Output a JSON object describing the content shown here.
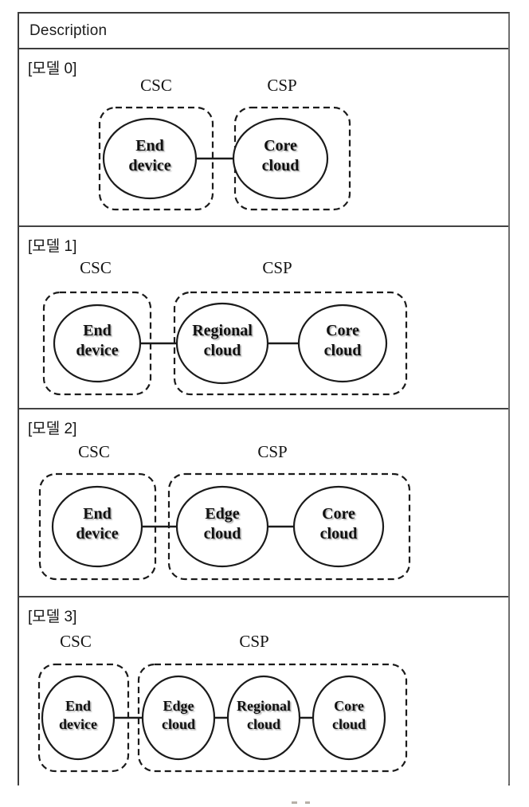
{
  "table": {
    "header": "Description",
    "models": [
      {
        "label": "[모델 0]",
        "groups": [
          {
            "name": "CSC",
            "nodes": [
              {
                "lines": [
                  "End",
                  "device"
                ]
              }
            ]
          },
          {
            "name": "CSP",
            "nodes": [
              {
                "lines": [
                  "Core",
                  "cloud"
                ]
              }
            ]
          }
        ]
      },
      {
        "label": "[모델 1]",
        "groups": [
          {
            "name": "CSC",
            "nodes": [
              {
                "lines": [
                  "End",
                  "device"
                ]
              }
            ]
          },
          {
            "name": "CSP",
            "nodes": [
              {
                "lines": [
                  "Regional",
                  "cloud"
                ]
              },
              {
                "lines": [
                  "Core",
                  "cloud"
                ]
              }
            ]
          }
        ]
      },
      {
        "label": "[모델 2]",
        "groups": [
          {
            "name": "CSC",
            "nodes": [
              {
                "lines": [
                  "End",
                  "device"
                ]
              }
            ]
          },
          {
            "name": "CSP",
            "nodes": [
              {
                "lines": [
                  "Edge",
                  "cloud"
                ]
              },
              {
                "lines": [
                  "Core",
                  "cloud"
                ]
              }
            ]
          }
        ]
      },
      {
        "label": "[모델 3]",
        "groups": [
          {
            "name": "CSC",
            "nodes": [
              {
                "lines": [
                  "End",
                  "device"
                ]
              }
            ]
          },
          {
            "name": "CSP",
            "nodes": [
              {
                "lines": [
                  "Edge",
                  "cloud"
                ]
              },
              {
                "lines": [
                  "Regional",
                  "cloud"
                ]
              },
              {
                "lines": [
                  "Core",
                  "cloud"
                ]
              }
            ]
          }
        ]
      }
    ]
  },
  "colors": {
    "ink": "#1b1b1b",
    "table_border": "#3d3d3d",
    "background": "#ffffff"
  }
}
